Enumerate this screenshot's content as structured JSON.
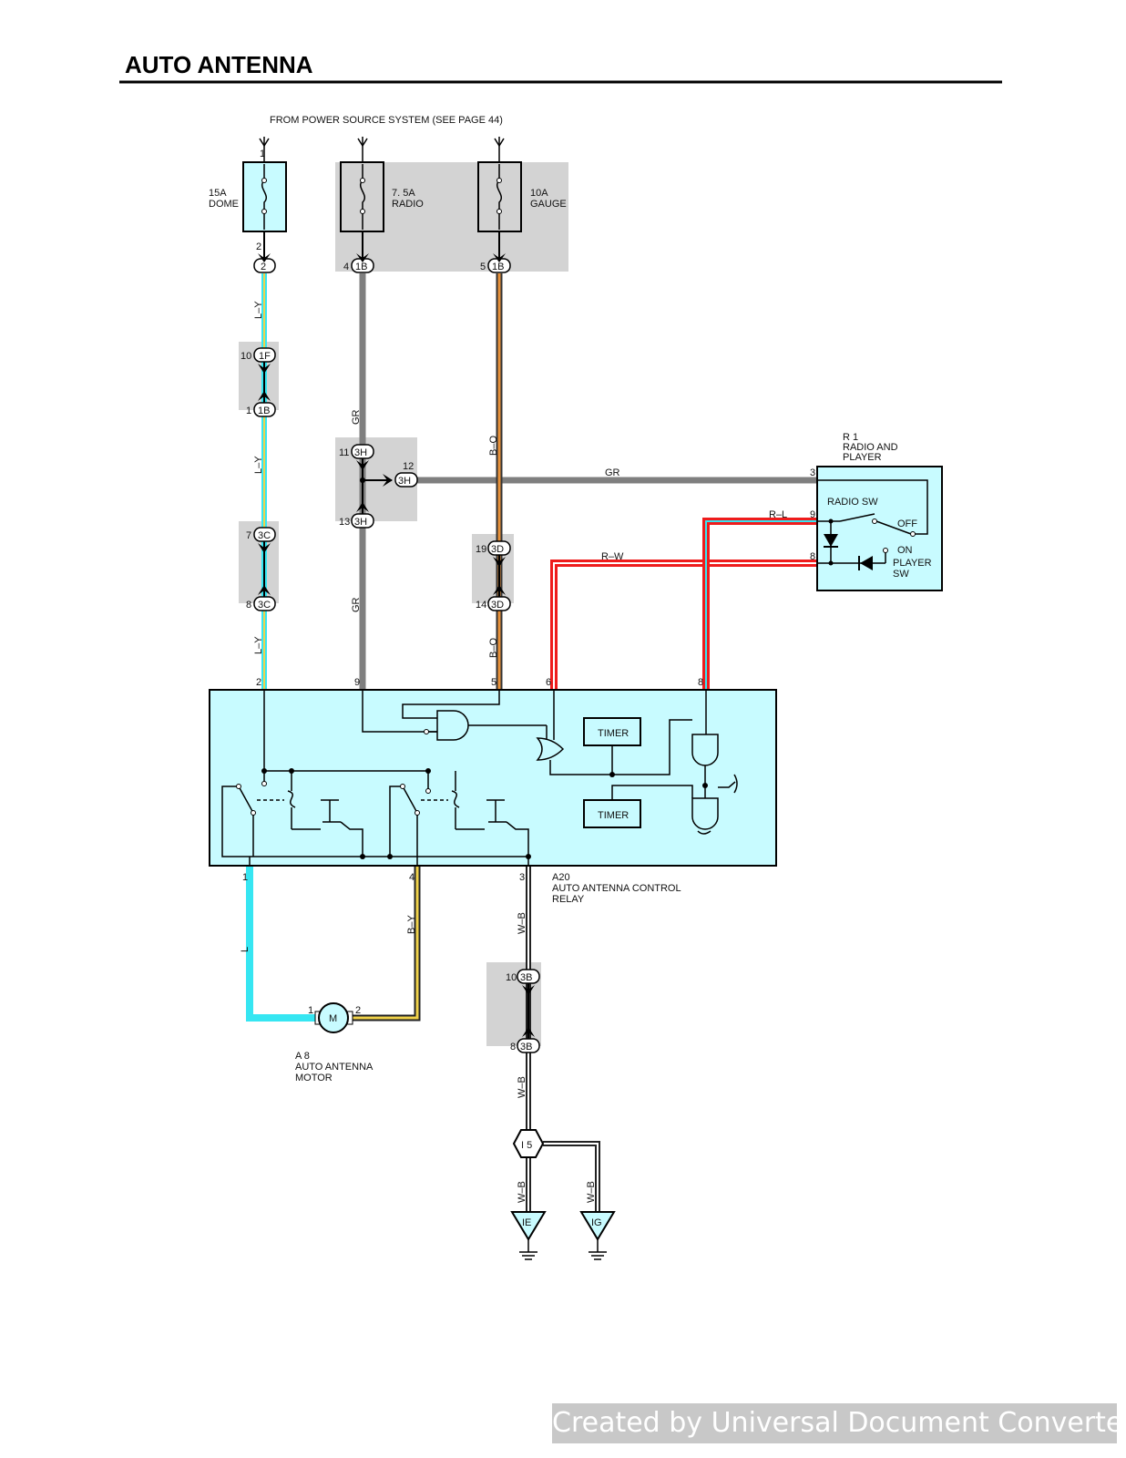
{
  "title": "AUTO ANTENNA",
  "power_source_note": "FROM POWER SOURCE SYSTEM (SEE PAGE 44)",
  "fuses": [
    {
      "rating": "15A",
      "name": "DOME",
      "pin_top": "1",
      "pin_bottom": "2",
      "connector": "2"
    },
    {
      "rating": "7. 5A",
      "name": "RADIO",
      "pin": "4",
      "connector": "1B"
    },
    {
      "rating": "10A",
      "name": "GAUGE",
      "pin": "5",
      "connector": "1B"
    }
  ],
  "connectors": [
    {
      "pin": "10",
      "id": "1F"
    },
    {
      "pin": "1",
      "id": "1B"
    },
    {
      "pin": "7",
      "id": "3C"
    },
    {
      "pin": "8",
      "id": "3C"
    },
    {
      "pin": "11",
      "id": "3H"
    },
    {
      "pin": "12",
      "id": "3H"
    },
    {
      "pin": "13",
      "id": "3H"
    },
    {
      "pin": "19",
      "id": "3D"
    },
    {
      "pin": "14",
      "id": "3D"
    },
    {
      "pin": "10",
      "id": "3B"
    },
    {
      "pin": "8",
      "id": "3B"
    }
  ],
  "wire_colors": {
    "L-Y": "L–Y",
    "GR": "GR",
    "B-O": "B–O",
    "R-L": "R–L",
    "R-W": "R–W",
    "B-Y": "B–Y",
    "L": "L",
    "W-B": "W–B"
  },
  "radio": {
    "id": "R 1",
    "name_line1": "RADIO AND",
    "name_line2": "PLAYER",
    "switch": "RADIO SW",
    "off": "OFF",
    "on": "ON",
    "player_sw_1": "PLAYER",
    "player_sw_2": "SW",
    "pins": [
      "3",
      "9",
      "8"
    ]
  },
  "relay": {
    "id": "A20",
    "name_line1": "AUTO ANTENNA CONTROL",
    "name_line2": "RELAY",
    "top_pins": [
      "2",
      "9",
      "5",
      "6",
      "8"
    ],
    "bottom_pins": [
      "1",
      "4",
      "3"
    ],
    "timer1": "TIMER",
    "timer2": "TIMER"
  },
  "motor": {
    "id": "A 8",
    "name_line1": "AUTO ANTENNA",
    "name_line2": "MOTOR",
    "symbol": "M",
    "pins": [
      "1",
      "2"
    ]
  },
  "junction": {
    "id": "I 5"
  },
  "grounds": [
    "IE",
    "IG"
  ],
  "watermark": "Created by Universal Document Converter",
  "colors": {
    "cyan": "#36e6f2",
    "yellow": "#f0d24a",
    "gray_wire": "#7f7f7f",
    "orange": "#e8923a",
    "red": "#ee1c1c",
    "box_fill": "#c8fbff",
    "shade": "#d3d3d3"
  }
}
